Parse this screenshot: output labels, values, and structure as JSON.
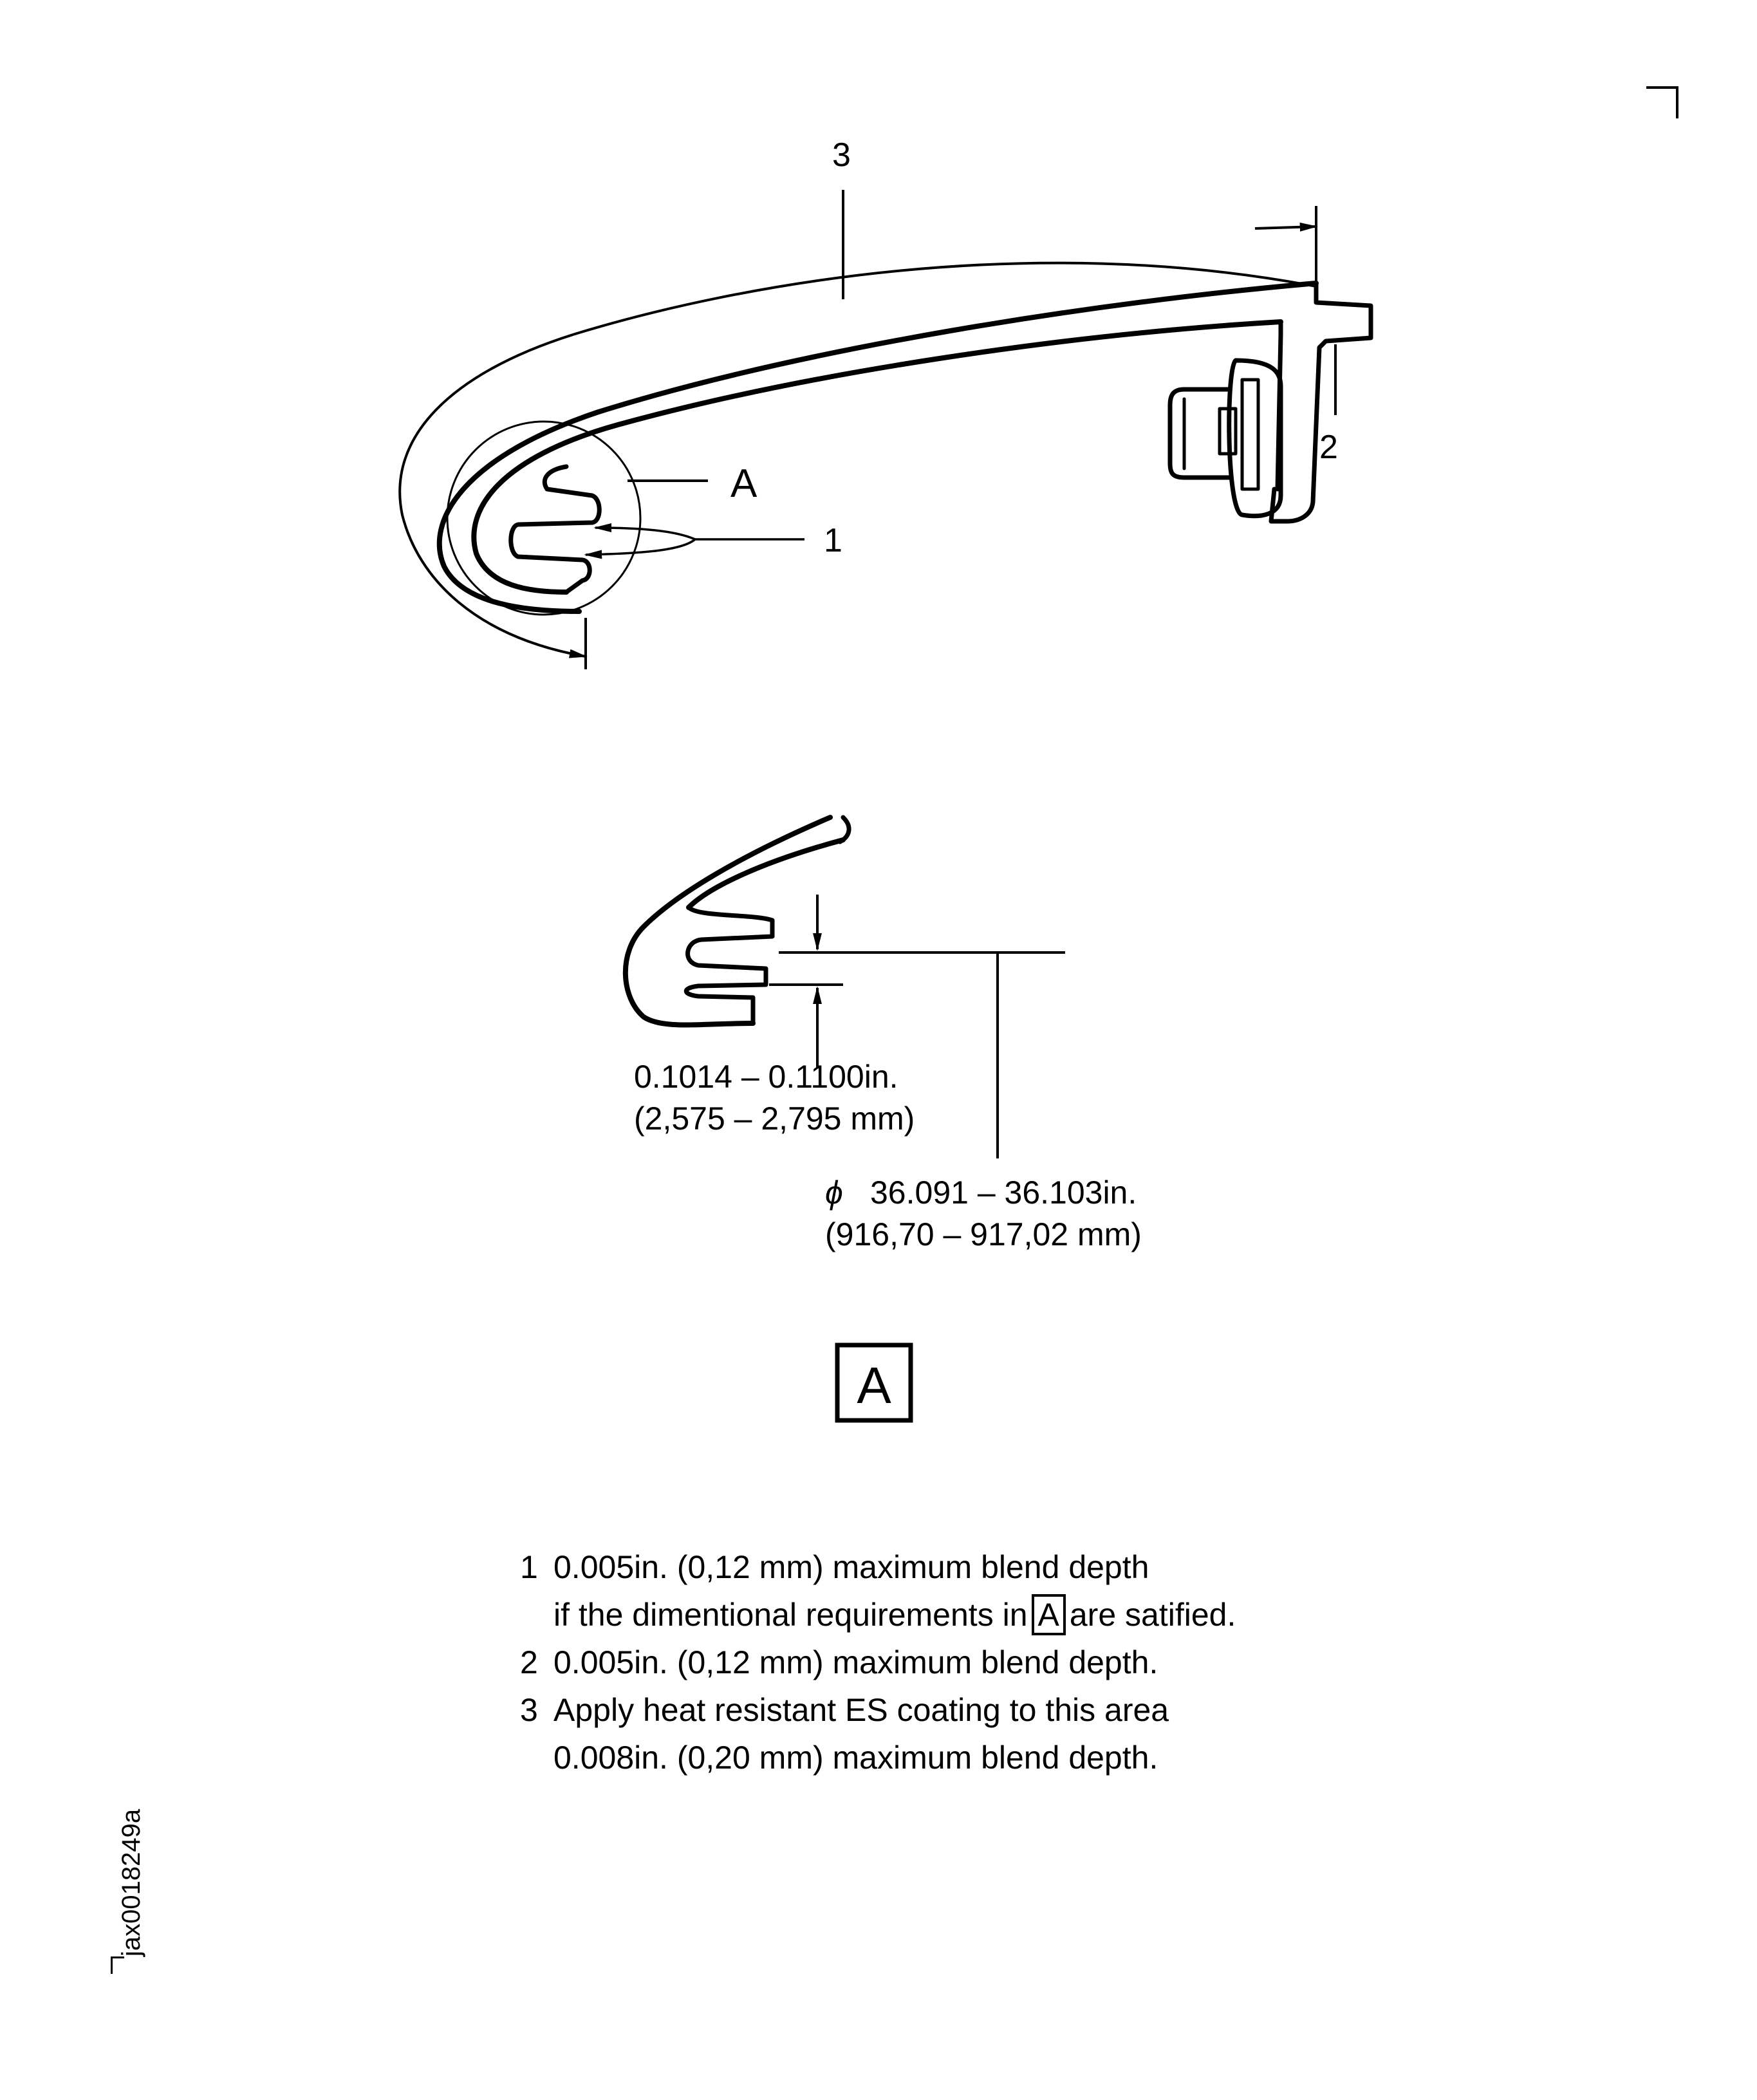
{
  "callouts": {
    "label_3": "3",
    "label_2": "2",
    "label_A": "A",
    "label_1": "1"
  },
  "detail": {
    "dim_thickness_in": "0.1014 – 0.1100in.",
    "dim_thickness_mm": "(2,575 – 2,795 mm)",
    "dim_diameter_in": "36.091 – 36.103in.",
    "dim_diameter_mm": "(916,70 – 917,02 mm)",
    "diameter_symbol": "ϕ",
    "view_label": "A"
  },
  "notes": {
    "n1_num": "1",
    "n1_line1": "0.005in. (0,12 mm) maximum blend depth",
    "n1_line2_pre": "if the dimentional requirements in",
    "n1_line2_box": "A",
    "n1_line2_post": "are satified.",
    "n2_num": "2",
    "n2_line1": "0.005in. (0,12 mm) maximum blend depth.",
    "n3_num": "3",
    "n3_line1": "Apply heat resistant ES coating to this area",
    "n3_line2": "0.008in. (0,20 mm) maximum blend depth."
  },
  "figure_id": "jax0018249a"
}
